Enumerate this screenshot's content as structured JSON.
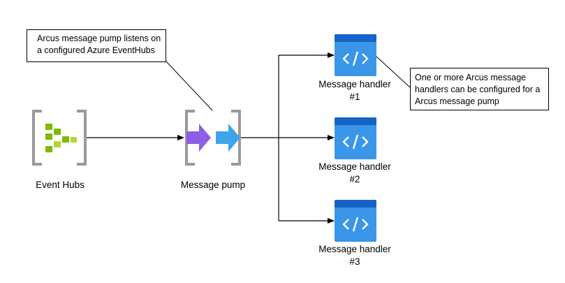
{
  "nodes": {
    "event_hubs": {
      "label": "Event Hubs",
      "icon": "event-hubs-icon",
      "colors": {
        "frame": "#999999",
        "cell": "#7fba00",
        "cell_light": "#b8d432"
      }
    },
    "message_pump": {
      "label": "Message pump",
      "icon": "message-pump-icon",
      "colors": {
        "frame": "#999999",
        "arrow_left": "#8c5fe8",
        "arrow_right": "#3ea5ea"
      }
    },
    "handlers": [
      {
        "label_line1": "Message handler",
        "label_line2": "#1"
      },
      {
        "label_line1": "Message handler",
        "label_line2": "#2"
      },
      {
        "label_line1": "Message handler",
        "label_line2": "#3"
      }
    ],
    "handler_icon": {
      "name": "code-window-icon",
      "colors": {
        "top": "#1563c5",
        "body": "#3a96e8",
        "glyph": "#ffffff"
      }
    }
  },
  "callouts": {
    "pump": {
      "lines": [
        "Arcus message pump listens on",
        "a configured Azure EventHubs"
      ]
    },
    "handlers": {
      "lines": [
        "One or more Arcus message",
        "handlers can be configured for a",
        "Arcus message pump"
      ]
    }
  },
  "colors": {
    "connector": "#000000",
    "background": "#ffffff"
  }
}
